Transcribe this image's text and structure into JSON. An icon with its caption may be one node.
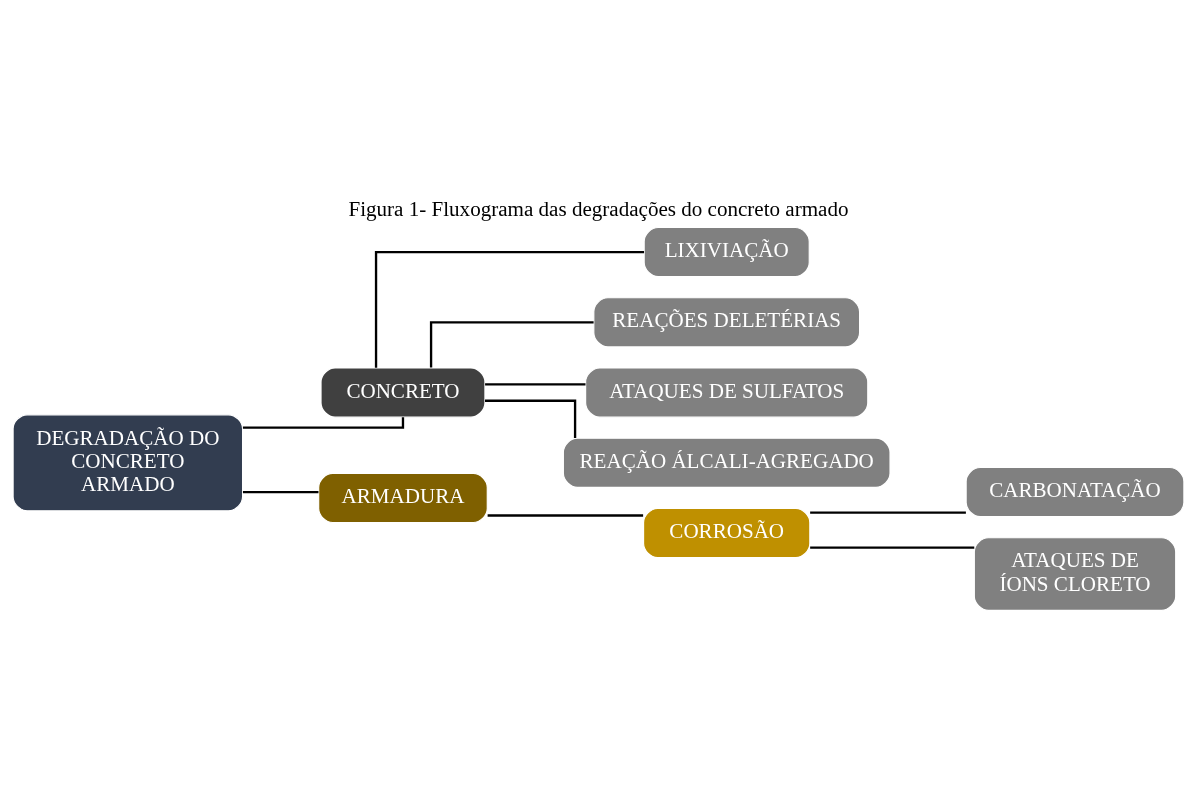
{
  "diagram": {
    "title": "Figura 1- Fluxograma das degradações do concreto armado",
    "nodes": [
      {
        "text": [
          "DEGRADAÇÃO DO CONCRETO ARMADO"
        ]
      },
      {
        "text": [
          "CONCRETO"
        ]
      },
      {
        "text": [
          "LIXIVIAÇÃO"
        ]
      },
      {
        "text": [
          "REAÇÕES DELETÉRIAS"
        ]
      },
      {
        "text": [
          "ATAQUES DE SULFATOS"
        ]
      },
      {
        "text": [
          "REAÇÃO ÁLCALI-AGREGADO"
        ]
      },
      {
        "text": [
          "ARMADURA"
        ]
      },
      {
        "text": [
          "CORROSÃO"
        ]
      },
      {
        "text": [
          "CARBONATAÇÃO"
        ]
      },
      {
        "text": [
          "ATAQUES DE ÍONS CLORETO"
        ]
      }
    ],
    "edges": [
      {
        "from": 0,
        "to": 1,
        "arrow": "none"
      },
      {
        "from": 0,
        "to": 6,
        "arrow": "none"
      },
      {
        "from": 1,
        "to": 2,
        "arrow": "none"
      },
      {
        "from": 1,
        "to": 3,
        "arrow": "none"
      },
      {
        "from": 1,
        "to": 4,
        "arrow": "none"
      },
      {
        "from": 1,
        "to": 5,
        "arrow": "none"
      },
      {
        "from": 6,
        "to": 7,
        "arrow": "none"
      },
      {
        "from": 7,
        "to": 8,
        "arrow": "none"
      },
      {
        "from": 7,
        "to": 9,
        "arrow": "none"
      }
    ]
  }
}
